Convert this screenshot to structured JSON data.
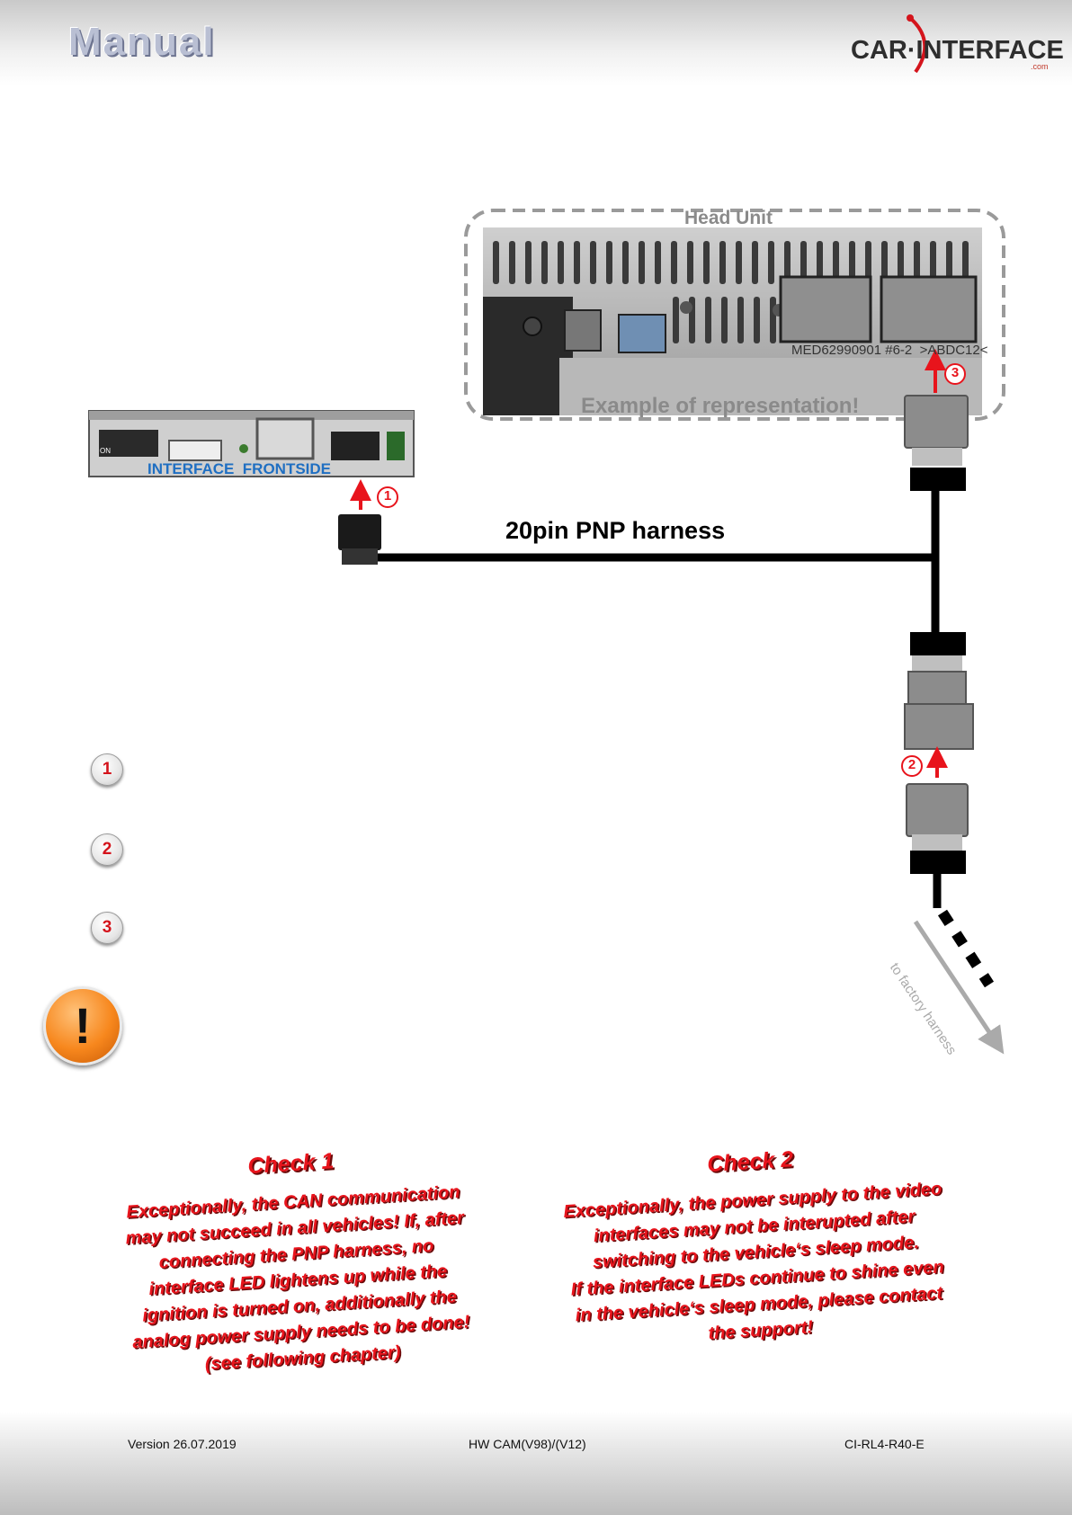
{
  "header": {
    "title": "Manual",
    "logo_text": "CAR·INTERFACE",
    "logo_suffix": ".com"
  },
  "diagram": {
    "head_unit_label": "Head Unit",
    "head_unit_part_text": "MED62990901 #6-2  >ABDC12<",
    "representation_note": "Example of representation!",
    "interface_label": "INTERFACE  FRONTSIDE",
    "interface_dip_label": "ON",
    "harness_label": "20pin PNP harness",
    "factory_harness_label": "to factory harness",
    "markers": [
      "1",
      "2",
      "3"
    ],
    "colors": {
      "arrow": "#e8141c",
      "cable": "#000000",
      "connector": "#8c8c8c",
      "label_blue": "#1f6fc2"
    }
  },
  "steps": [
    {
      "number": "1",
      "text": ""
    },
    {
      "number": "2",
      "text": ""
    },
    {
      "number": "3",
      "text": ""
    }
  ],
  "warning": {
    "icon": "exclamation-icon",
    "symbol": "!"
  },
  "checks": [
    {
      "title": "Check 1",
      "text": "Exceptionally, the CAN communication\nmay not succeed in all vehicles! If, after\nconnecting the PNP harness, no\ninterface LED lightens up while the\nignition is turned on, additionally the\nanalog power supply needs to be done!\n(see following chapter)"
    },
    {
      "title": "Check 2",
      "text": "Exceptionally, the power supply to the video\ninterfaces may not be interupted after\nswitching to the vehicle‘s sleep mode.\nIf the interface LEDs continue to shine even\nin the vehicle‘s sleep mode, please contact\nthe support!"
    }
  ],
  "footer": {
    "version": "Version 26.07.2019",
    "hardware": "HW CAM(V98)/(V12)",
    "doc_id": "CI-RL4-R40-E"
  }
}
